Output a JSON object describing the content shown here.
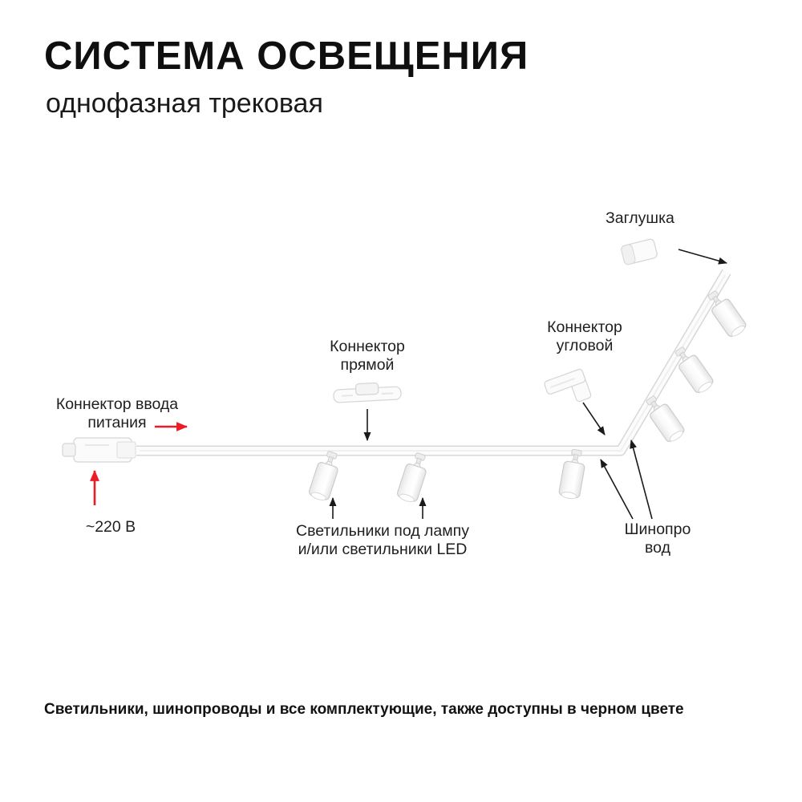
{
  "header": {
    "title": "СИСТЕМА ОСВЕЩЕНИЯ",
    "subtitle": "однофазная трековая"
  },
  "diagram": {
    "labels": {
      "endcap": "Заглушка",
      "corner_connector": "Коннектор\nугловой",
      "straight_connector": "Коннектор\nпрямой",
      "power_input": "Коннектор ввода\nпитания",
      "voltage": "~220 В",
      "spotlights": "Светильники под лампу\nи/или светильники LED",
      "track": "Шинопро\nвод"
    }
  },
  "footer": {
    "note": "Светильники, шинопроводы и все комплектующие, также доступны в черном цвете"
  },
  "colors": {
    "accent_red": "#ed1c24",
    "text": "#1a1a1a",
    "outline_gray": "#d7d7d7",
    "fill_white": "#fcfcfc"
  }
}
